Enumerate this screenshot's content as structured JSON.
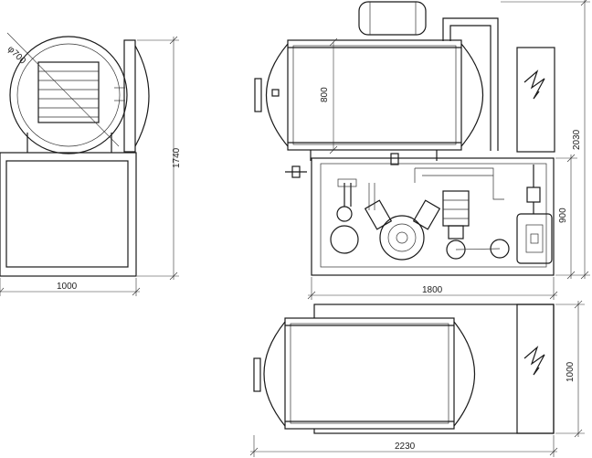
{
  "dimensions": {
    "front_diameter": "φ700",
    "front_width": "1000",
    "front_height": "1740",
    "chamber_height": "800",
    "side_total_height": "2030",
    "machine_height": "900",
    "machine_length": "1800",
    "top_total_length": "2230",
    "top_width": "1000"
  },
  "colors": {
    "line": "#1a1a1a",
    "background": "#ffffff"
  },
  "icons": {
    "electrical_warning": "lightning-bolt-icon"
  }
}
